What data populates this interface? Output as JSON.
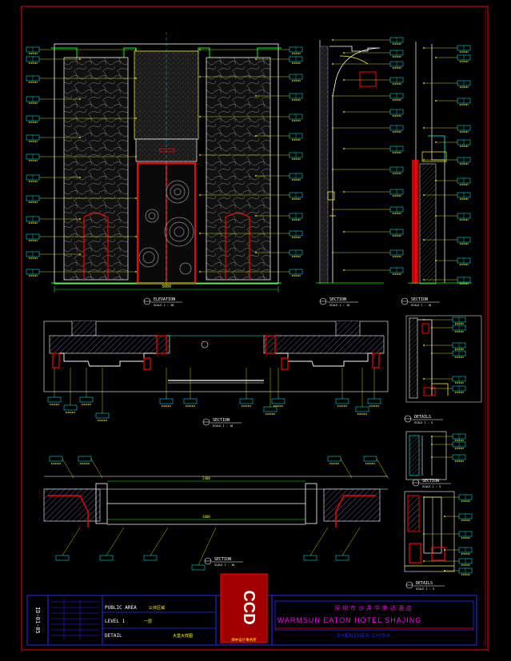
{
  "drawing": {
    "views": [
      {
        "key": "elevation",
        "label": "ELEVATION",
        "scale": "SCALE 1 : 30"
      },
      {
        "key": "section1",
        "label": "SECTION",
        "scale": "SCALE 1 : 10"
      },
      {
        "key": "section2",
        "label": "SECTION",
        "scale": "SCALE 1 : 10"
      },
      {
        "key": "section3",
        "label": "SECTION",
        "scale": "SCALE 1 : 10"
      },
      {
        "key": "detail1",
        "label": "DETAILS",
        "scale": "SCALE 1 : 5"
      },
      {
        "key": "section4",
        "label": "SECTION",
        "scale": "SCALE 1 : 5"
      },
      {
        "key": "section5",
        "label": "SECTION",
        "scale": "SCALE 1 : 10"
      },
      {
        "key": "detail2",
        "label": "DETAILS",
        "scale": "SCALE 1 : 5"
      }
    ],
    "dims": {
      "elev_width": "3600",
      "plan_width": "2400",
      "plan_width_lower": "3600"
    }
  },
  "title_block": {
    "sheet_no": "ID-01-05",
    "rows": [
      {
        "en": "PUBLIC AREA",
        "cn": "公共区域"
      },
      {
        "en": "LEVEL 1",
        "cn": "一层"
      },
      {
        "en": "DETAIL",
        "cn": "大堂大样图"
      }
    ],
    "logo": "CCD",
    "logo_sub": "郑中设计事务所",
    "project_cn": "深圳市沙井华美达酒店",
    "project_en": "WARMSUN EATON HOTEL SHAJING",
    "city": "SHENZHEN CHINA"
  },
  "colors": {
    "red": "#ff0000",
    "yellow": "#ffff00",
    "cyan": "#00ffff",
    "green": "#00ff00",
    "blue": "#2a2aff",
    "white": "#ffffff",
    "magenta": "#ff00ff"
  }
}
